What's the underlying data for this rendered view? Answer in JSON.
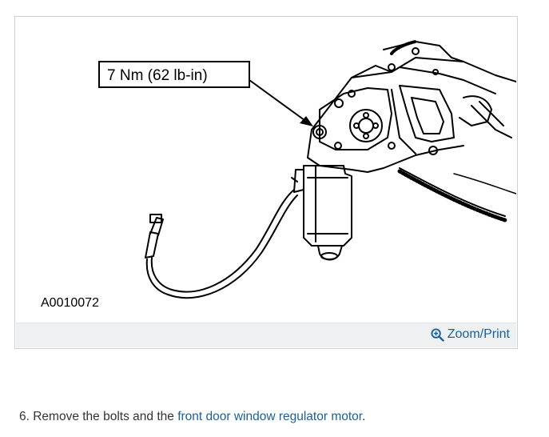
{
  "figure": {
    "callout_label": "7 Nm (62 lb-in)",
    "image_code": "A0010072",
    "zoom_label": "Zoom/Print",
    "zoom_icon": "zoom-in-icon"
  },
  "step": {
    "prefix": "6. Remove the bolts and the ",
    "link_text": "front door window regulator motor",
    "suffix": "."
  },
  "colors": {
    "link": "#1a5f9c",
    "footer_bg": "#eef0f2",
    "border": "#cfd3d6"
  }
}
